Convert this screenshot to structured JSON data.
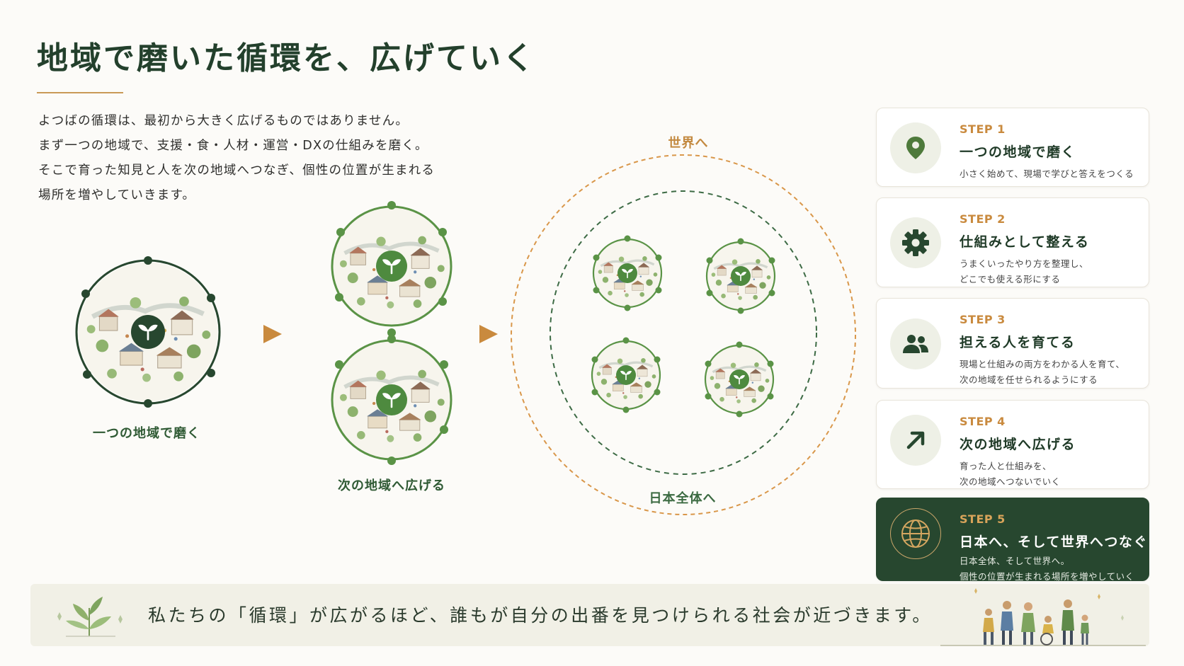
{
  "title": "地域で磨いた循環を、広げていく",
  "intro": [
    "よつばの循環は、最初から大きく広げるものではありません。",
    "まず一つの地域で、支援・食・人材・運営・DXの仕組みを磨く。",
    "そこで育った知見と人を次の地域へつなぎ、個性の位置が生まれる",
    "場所を増やしていきます。"
  ],
  "diagram": {
    "stage1_label": "一つの地域で磨く",
    "stage2_label": "次の地域へ広げる",
    "outer_ring_label": "世界へ",
    "inner_ring_label": "日本全体へ"
  },
  "steps": [
    {
      "label": "STEP 1",
      "title": "一つの地域で磨く",
      "desc": [
        "小さく始めて、現場で学びと答えをつくる"
      ],
      "icon": "location-pin-icon"
    },
    {
      "label": "STEP 2",
      "title": "仕組みとして整える",
      "desc": [
        "うまくいったやり方を整理し、",
        "どこでも使える形にする"
      ],
      "icon": "gear-icon"
    },
    {
      "label": "STEP 3",
      "title": "担える人を育てる",
      "desc": [
        "現場と仕組みの両方をわかる人を育て、",
        "次の地域を任せられるようにする"
      ],
      "icon": "people-icon"
    },
    {
      "label": "STEP 4",
      "title": "次の地域へ広げる",
      "desc": [
        "育った人と仕組みを、",
        "次の地域へつないでいく"
      ],
      "icon": "arrow-up-right-icon"
    },
    {
      "label": "STEP 5",
      "title": "日本へ、そして世界へつなぐ",
      "desc": [
        "日本全体、そして世界へ。",
        "個性の位置が生まれる場所を増やしていく"
      ],
      "icon": "globe-icon"
    }
  ],
  "banner": {
    "message": "私たちの「循環」が広がるほど、誰もが自分の出番を見つけられる社会が近づきます。"
  },
  "colors": {
    "dark_green": "#27472f",
    "mid_green": "#4e8a3f",
    "accent_orange": "#c98a3e",
    "background": "#fcfbf8"
  }
}
